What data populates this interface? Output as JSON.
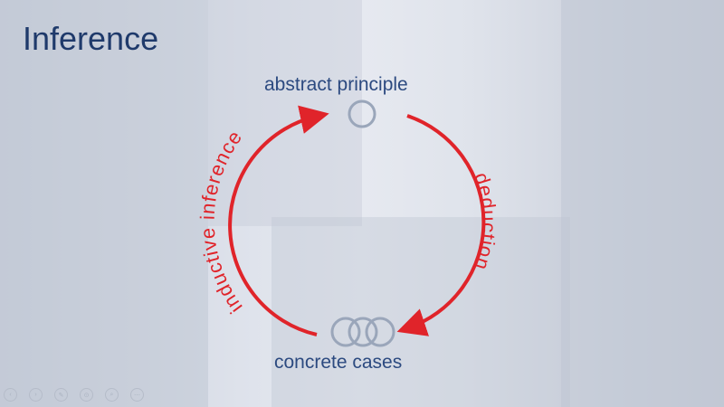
{
  "slide": {
    "title": "Inference",
    "top_label": "abstract principle",
    "bottom_label": "concrete cases",
    "right_arrow_label": "deduction",
    "left_arrow_label": "inductive inference",
    "arrow_color": "#e0242a",
    "circle_color": "#9aa6ba"
  },
  "controls": [
    {
      "name": "previous-slide",
      "icon": "‹"
    },
    {
      "name": "next-slide",
      "icon": "›"
    },
    {
      "name": "pen",
      "icon": "✎"
    },
    {
      "name": "pointer",
      "icon": "⊙"
    },
    {
      "name": "zoom",
      "icon": "⌕"
    },
    {
      "name": "menu",
      "icon": "⋯"
    }
  ]
}
